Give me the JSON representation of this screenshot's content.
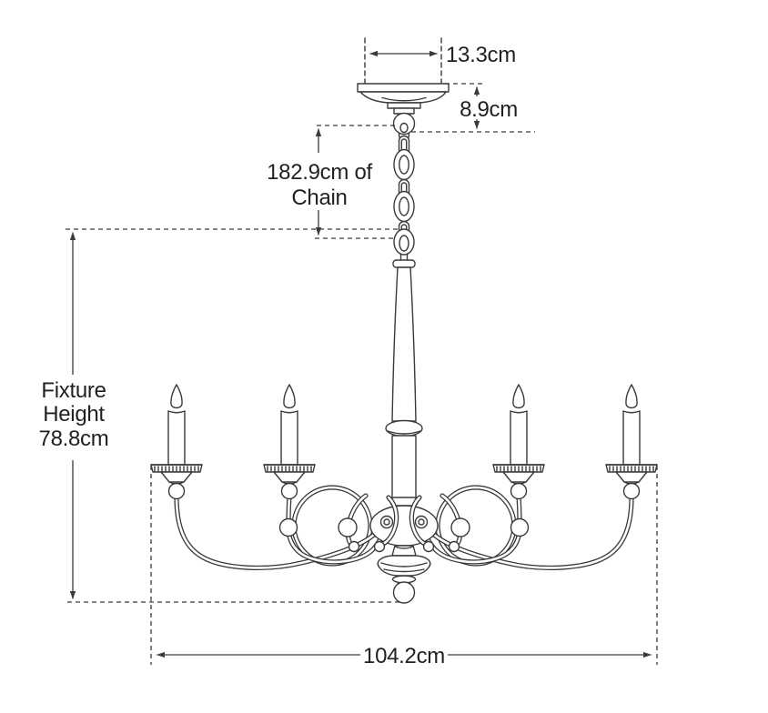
{
  "diagram": {
    "labels": {
      "canopy_width": "13.3cm",
      "canopy_height": "8.9cm",
      "chain_length_line1": "182.9cm of",
      "chain_length_line2": "Chain",
      "fixture_height_line1": "Fixture",
      "fixture_height_line2": "Height",
      "fixture_height_line3": "78.8cm",
      "fixture_width": "104.2cm"
    },
    "colors": {
      "line": "#3a3a3a",
      "text": "#231f20",
      "background": "#ffffff"
    }
  }
}
